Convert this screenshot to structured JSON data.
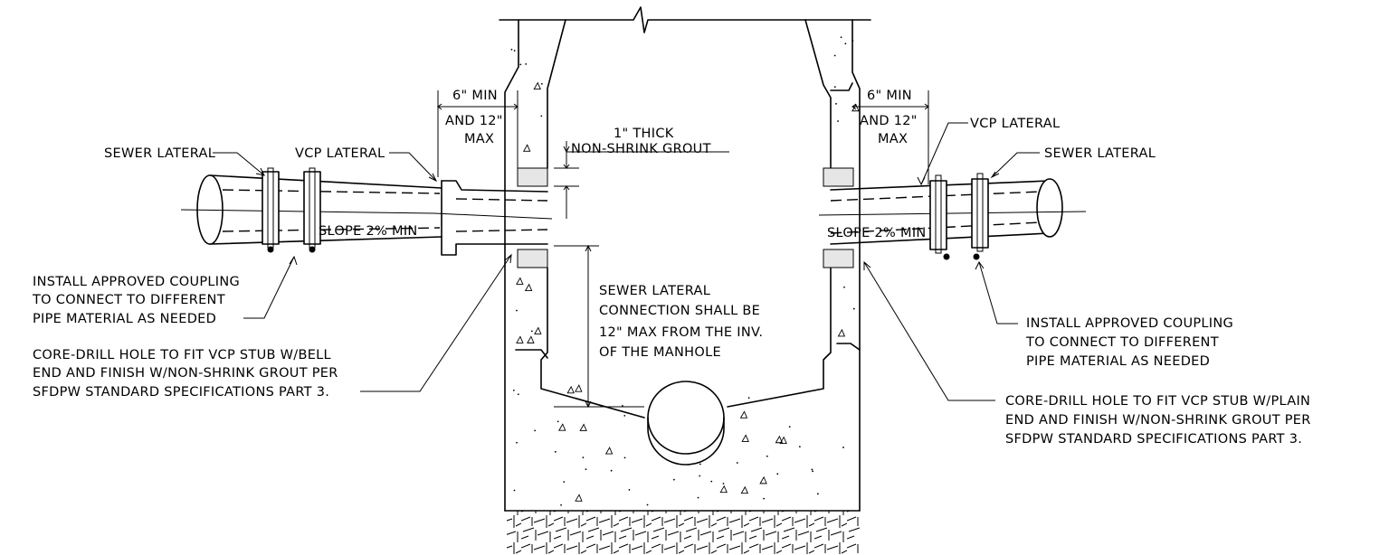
{
  "labels": {
    "left_min": "6\" MIN",
    "left_and": "AND 12\"",
    "left_max": "MAX",
    "right_min": "6\" MIN",
    "right_and": "AND 12\"",
    "right_max": "MAX",
    "grout_1": "1\" THICK",
    "grout_2": "NON-SHRINK GROUT",
    "sewer_lateral_left": "SEWER LATERAL",
    "vcp_lateral_left": "VCP LATERAL",
    "vcp_lateral_right": "VCP LATERAL",
    "sewer_lateral_right": "SEWER LATERAL",
    "slope_left": "SLOPE 2% MIN",
    "slope_right": "SLOPE 2% MIN",
    "coupling_left": [
      "INSTALL APPROVED COUPLING",
      "TO CONNECT TO DIFFERENT",
      "PIPE MATERIAL AS NEEDED"
    ],
    "coupling_right": [
      "INSTALL APPROVED COUPLING",
      "TO CONNECT TO DIFFERENT",
      "PIPE MATERIAL AS NEEDED"
    ],
    "core_left": [
      "CORE-DRILL HOLE TO FIT VCP STUB W/BELL",
      "END AND FINISH W/NON-SHRINK GROUT PER",
      "SFDPW STANDARD SPECIFICATIONS PART 3."
    ],
    "core_right": [
      "CORE-DRILL HOLE TO FIT VCP STUB W/PLAIN",
      "END AND FINISH W/NON-SHRINK GROUT PER",
      "SFDPW STANDARD SPECIFICATIONS PART 3."
    ],
    "connection": [
      "SEWER LATERAL",
      "CONNECTION SHALL BE",
      "12\" MAX FROM THE INV.",
      "OF THE MANHOLE"
    ]
  }
}
